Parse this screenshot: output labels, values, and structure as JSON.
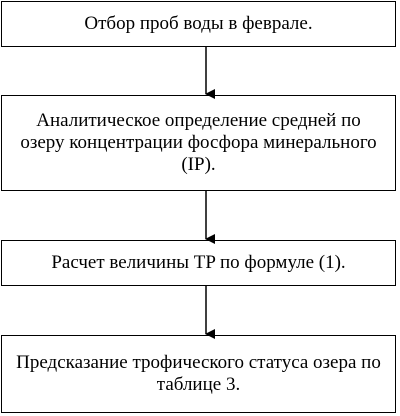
{
  "flowchart": {
    "steps": [
      {
        "label": "Отбор проб воды в феврале."
      },
      {
        "label": "Аналитическое определение средней по озеру концентрации фосфора минерального (IP)."
      },
      {
        "label": "Расчет величины TP по формуле (1)."
      },
      {
        "label": "Предсказание трофического статуса озера по таблице 3."
      }
    ],
    "line_color": "#000000",
    "connector": "down-arrow"
  }
}
